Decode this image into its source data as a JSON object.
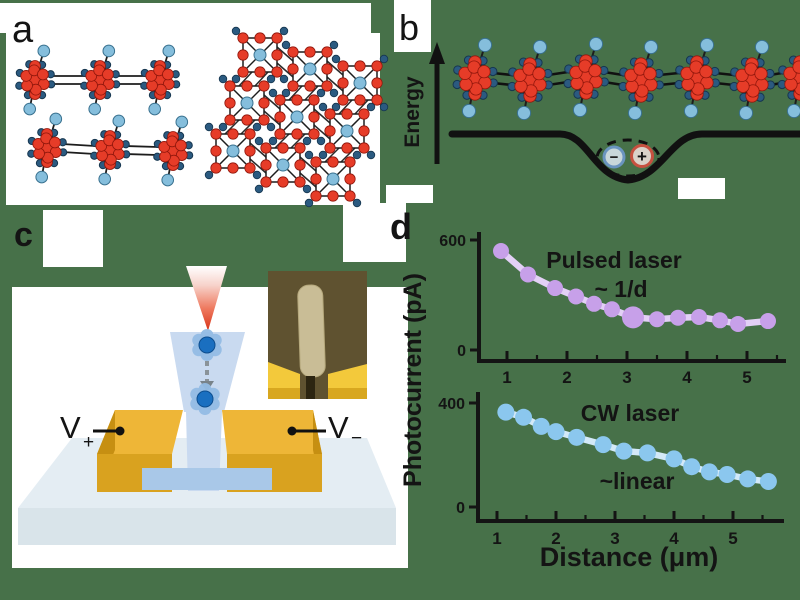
{
  "colors": {
    "background": "#477149",
    "atom_red": "#e63c28",
    "atom_dark_blue": "#2b5a80",
    "atom_light_blue": "#85bedc",
    "gold_electrode": "#eeb637",
    "substrate_blue": "#c9daf0",
    "pulsed_point": "#c7a0e9",
    "cw_point": "#8bc7ee"
  },
  "panel_a": {
    "label": "a"
  },
  "panel_b": {
    "label": "b",
    "axis_label": "Energy",
    "exciton_minus": "−",
    "exciton_plus": "+"
  },
  "panel_c": {
    "label": "c",
    "electrode_left": "V",
    "electrode_left_sub": "+",
    "electrode_right": "V",
    "electrode_right_sub": "−"
  },
  "panel_d": {
    "label": "d"
  },
  "chart_data": [
    {
      "type": "scatter",
      "name": "Pulsed laser",
      "annotation_line1": "Pulsed laser",
      "annotation_line2": "~ 1/d",
      "x": [
        0.9,
        1.35,
        1.8,
        2.15,
        2.45,
        2.75,
        3.1,
        3.5,
        3.85,
        4.2,
        4.55,
        4.85,
        5.35
      ],
      "y": [
        540,
        412,
        338,
        292,
        252,
        222,
        178,
        168,
        176,
        180,
        162,
        142,
        158
      ],
      "big_index": 6,
      "xlabel": "",
      "ylabel": "Photocurrent (pA)",
      "xlim": [
        0.5,
        5.7
      ],
      "ylim": [
        0,
        600
      ],
      "xticks": [
        1,
        2,
        3,
        4,
        5
      ],
      "yticks": [
        0,
        600
      ],
      "color": "#c7a0e9",
      "line_color": "#e3d0f6",
      "label_color": "#a87ce4",
      "legend_position": "inside-top"
    },
    {
      "type": "scatter",
      "name": "CW laser",
      "annotation_line1": "CW laser",
      "annotation_line2": "~linear",
      "x": [
        1.15,
        1.45,
        1.75,
        2.0,
        2.35,
        2.8,
        3.15,
        3.55,
        4.0,
        4.3,
        4.6,
        4.9,
        5.25,
        5.6
      ],
      "y": [
        365,
        345,
        310,
        290,
        268,
        240,
        215,
        208,
        185,
        155,
        135,
        125,
        108,
        98
      ],
      "xlabel": "Distance (μm)",
      "ylabel": "Photocurrent (pA)",
      "xlim": [
        0.5,
        5.8
      ],
      "ylim": [
        0,
        400
      ],
      "xticks": [
        1,
        2,
        3,
        4,
        5
      ],
      "yticks": [
        0,
        400
      ],
      "color": "#8bc7ee",
      "line_color": "#d3e9f8",
      "label_color": "#6fc0ea",
      "legend_position": "inside-top"
    }
  ]
}
